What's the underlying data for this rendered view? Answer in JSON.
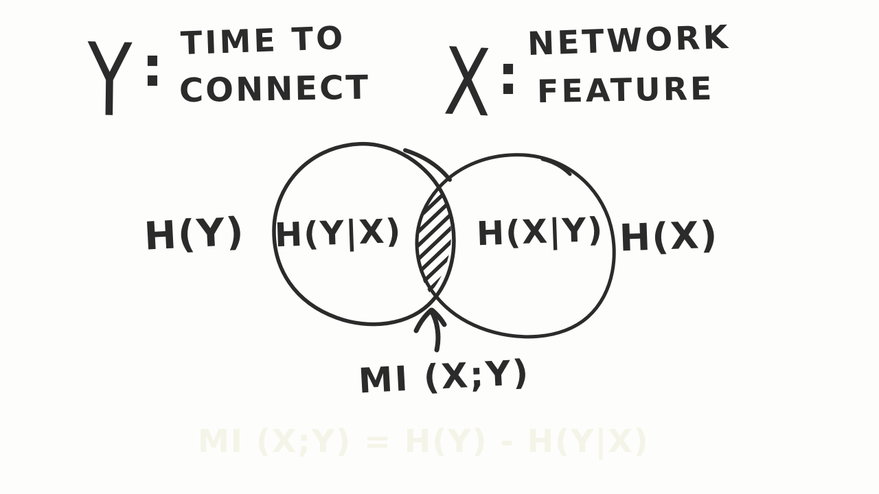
{
  "palette": {
    "background": "#fdfdfc",
    "ink": "#2b2b2b",
    "ghost_ink": "#f4f4e8"
  },
  "definitions": {
    "y": {
      "symbol": "Y",
      "separator": ":",
      "line1": "TIME TO",
      "line2": "CONNECT"
    },
    "x": {
      "symbol": "X",
      "separator": ":",
      "line1": "NETWORK",
      "line2": "FEATURE"
    }
  },
  "venn": {
    "outside_left": "H(Y)",
    "left_region": "H(Y|X)",
    "right_region": "H(X|Y)",
    "outside_right": "H(X)",
    "overlap_pointer_label": "MI (X;Y)"
  },
  "ghost_equation": "MI (X;Y) = H(Y) - H(Y|X)"
}
